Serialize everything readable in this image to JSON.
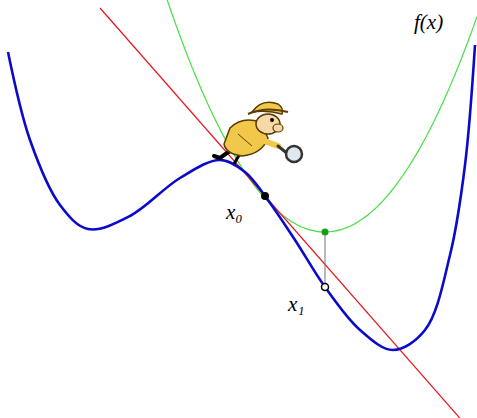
{
  "diagram": {
    "labels": [
      "f(x)",
      "x₀",
      "x₁"
    ]
  }
}
